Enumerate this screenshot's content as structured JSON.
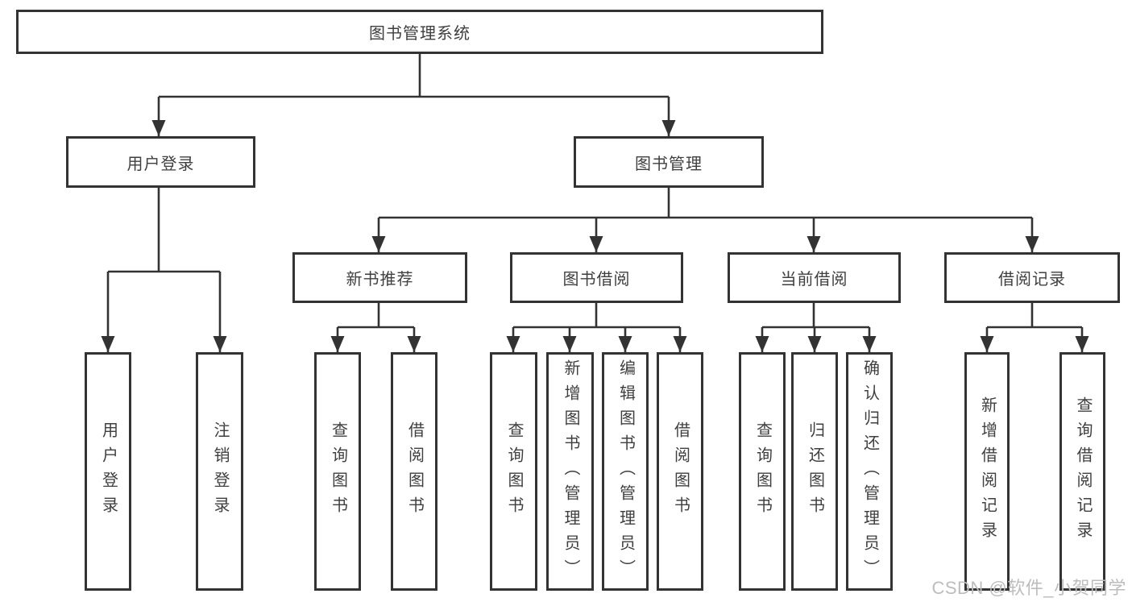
{
  "root": {
    "label": "图书管理系统"
  },
  "branches": [
    {
      "label": "用户登录",
      "children": [
        {
          "label": "用户登录"
        },
        {
          "label": "注销登录"
        }
      ]
    },
    {
      "label": "图书管理",
      "children": [
        {
          "label": "新书推荐",
          "children": [
            {
              "label": "查询图书"
            },
            {
              "label": "借阅图书"
            }
          ]
        },
        {
          "label": "图书借阅",
          "children": [
            {
              "label": "查询图书"
            },
            {
              "label": "新增图书（管理员）"
            },
            {
              "label": "编辑图书（管理员）"
            },
            {
              "label": "借阅图书"
            }
          ]
        },
        {
          "label": "当前借阅",
          "children": [
            {
              "label": "查询图书"
            },
            {
              "label": "归还图书"
            },
            {
              "label": "确认归还（管理员）"
            }
          ]
        },
        {
          "label": "借阅记录",
          "children": [
            {
              "label": "新增借阅记录"
            },
            {
              "label": "查询借阅记录"
            }
          ]
        }
      ]
    }
  ],
  "watermark": "CSDN @软件_小贺同学",
  "colors": {
    "line": "#333333",
    "text": "#3f3f3f",
    "watermark": "#bdbdbd",
    "background": "#ffffff"
  }
}
